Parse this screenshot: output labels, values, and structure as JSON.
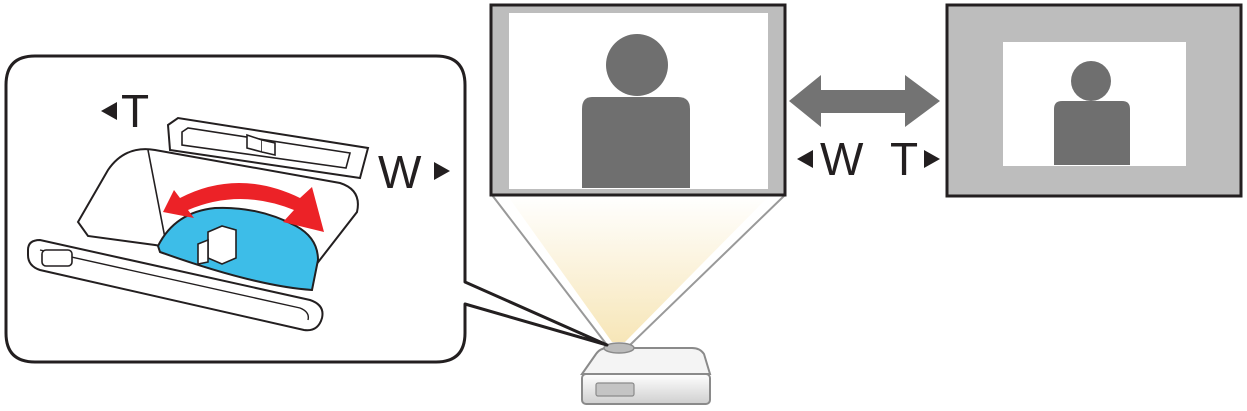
{
  "labels": {
    "callout_tele": "T",
    "callout_wide": "W",
    "between_wide": "W",
    "between_tele": "T"
  },
  "colors": {
    "outline": "#231f20",
    "screen_gray": "#bdbdbd",
    "person_gray": "#6f6f6f",
    "arrow_gray": "#737373",
    "dial_blue": "#3dbde8",
    "rotate_red": "#ec2227",
    "light_beam": "#fbf1d6"
  },
  "icons": [
    "zoom-ring-dial",
    "rotate-arrow",
    "person-silhouette",
    "double-arrow",
    "projector"
  ]
}
